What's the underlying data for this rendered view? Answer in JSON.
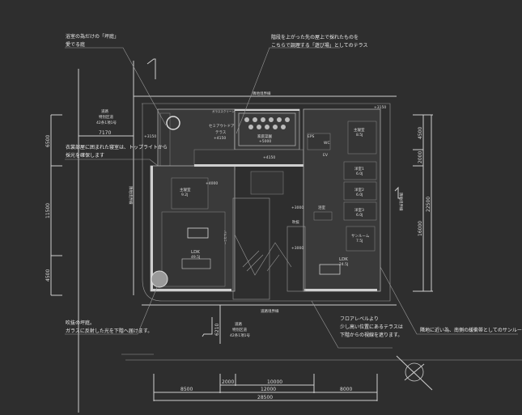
{
  "annotations": {
    "courtyard_bath": [
      "浴室の為だけの「坪庭」",
      "愛でる庭"
    ],
    "terrace": [
      "階段を上がった先の屋上で採れたものを",
      "こちらで調理する「遊び場」としてのテラス"
    ],
    "bedroom": [
      "衣裳部屋に囲まれた寝室は、トップライトから",
      "採光を確保します"
    ],
    "atrium": [
      "吹抜の坪庭。",
      "ガラスに反射した光を下階へ届けます。"
    ],
    "raised_terrace": [
      "フロアレベルより",
      "少し高い位置にあるテラスは",
      "下階からの視線を遮ります。"
    ],
    "sunroom": [
      "隣地に近い為、南側の緩衝帯としてのサンルーム"
    ]
  },
  "boundaries": {
    "neighbor": "隣地境界線",
    "road": "道路境界線",
    "road_west": [
      "道路",
      "特別区道",
      "42条1項1号"
    ],
    "road_south": [
      "道路",
      "特別区道",
      "42条1項1号"
    ],
    "west_width": "7170",
    "south_width": "6210"
  },
  "rooms": {
    "semi_outdoor": [
      "セミアウトドア",
      "テラス",
      "+4150"
    ],
    "garden": [
      "家庭菜園",
      "+5000"
    ],
    "hall_level": "+4150",
    "master_left": [
      "主寝室",
      "9.2J"
    ],
    "master_right": [
      "主寝室",
      "8.5J"
    ],
    "western1": [
      "洋室1",
      "6.0J"
    ],
    "western2": [
      "洋室2",
      "6.0J"
    ],
    "western3": [
      "洋室3",
      "6.0J"
    ],
    "ldk_left": [
      "LDK",
      "49.5J"
    ],
    "ldk_right": [
      "LDK",
      "24.5J"
    ],
    "sunroom": [
      "サンルーム",
      "7.5J"
    ],
    "balcony": "バルコニー",
    "void": "吹抜",
    "level_a": "+3000",
    "level_b": "+3000",
    "level_c": "+3150",
    "level_d": "+3150",
    "level_e": "+4000",
    "eps": "EPS",
    "wc": "WC",
    "ev": "EV",
    "bath": "浴室",
    "screen": "ガラススクリーン"
  },
  "dimensions": {
    "left": [
      "6500",
      "11500",
      "4500"
    ],
    "right": [
      "4500",
      "2000",
      "16000"
    ],
    "right_total": "22500",
    "bottom_top": [
      "2000",
      "10000"
    ],
    "bottom_mid": [
      "8500",
      "12000",
      "8000"
    ],
    "bottom_total": "28500"
  }
}
